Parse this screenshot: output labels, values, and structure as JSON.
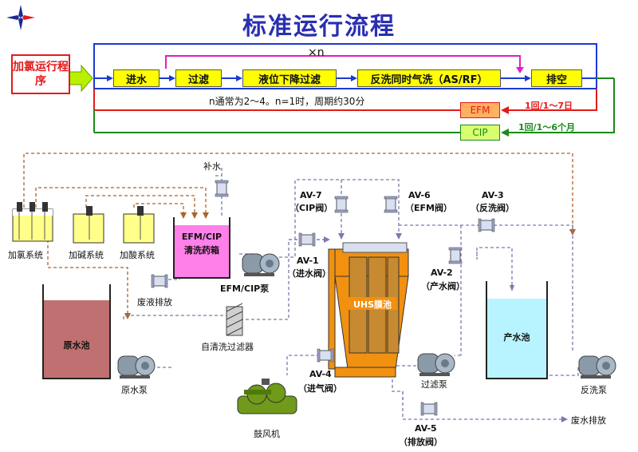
{
  "title": "标准运行流程",
  "program_box": "加氯运行程序",
  "steps": [
    "进水",
    "过滤",
    "液位下降过滤",
    "反洗同时气洗（AS/RF）",
    "排空"
  ],
  "loop_label": "×n",
  "note": "n通常为2～4。n=1时，周期约30分",
  "efm": {
    "label": "EFM",
    "freq": "1回/1～7日",
    "color": "#e31a1a"
  },
  "cip": {
    "label": "CIP",
    "freq": "1回/1～6个月",
    "color": "#1a8a1a"
  },
  "labels": {
    "makeup": "补水",
    "chlorine": "加氯系统",
    "alkali": "加碱系统",
    "acid": "加酸系统",
    "efm_tank_1": "EFM/CIP",
    "efm_tank_2": "清洗药箱",
    "waste_liquid": "废液排放",
    "efm_pump": "EFM/CIP泵",
    "raw_tank": "原水池",
    "raw_pump": "原水泵",
    "self_filter": "自清洗过滤器",
    "blower": "鼓风机",
    "membrane": "UHS膜池",
    "product_tank": "产水池",
    "filter_pump": "过滤泵",
    "backwash_pump": "反洗泵",
    "waste_water": "废水排放",
    "av7": "AV-7",
    "av7_desc": "（CIP阀）",
    "av6": "AV-6",
    "av6_desc": "（EFM阀）",
    "av3": "AV-3",
    "av3_desc": "（反洗阀）",
    "av1": "AV-1",
    "av1_desc": "（进水阀）",
    "av2": "AV-2",
    "av2_desc": "（产水阀）",
    "av4": "AV-4",
    "av4_desc": "（进气阀）",
    "av5": "AV-5",
    "av5_desc": "（排放阀）"
  },
  "colors": {
    "title": "#2a2fb0",
    "step_fill": "#ffff00",
    "program_red": "#e31a1a",
    "loop_magenta": "#e020c0",
    "flow_blue": "#1a3ad0",
    "dash_brown": "#b0602a",
    "pipe": "#8a8ab8",
    "efm_tank": "#ff80e8",
    "raw_water": "#c07070",
    "product_water": "#b8f4ff",
    "membrane_orange": "#f29010",
    "blower_green": "#6f9a1a"
  }
}
